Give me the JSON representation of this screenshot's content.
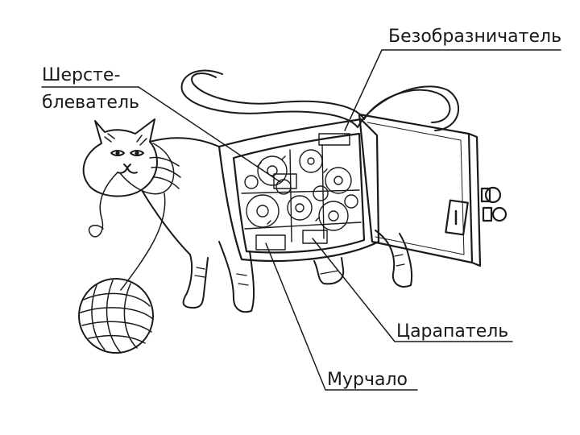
{
  "labels": {
    "bezobraznichatel": "Безобразничатель",
    "sherste_line1": "Шерсте-",
    "sherste_line2": "блеватель",
    "tsarapatel": "Царапатель",
    "murchalo": "Мурчало"
  },
  "colors": {
    "ink": "#1a1a1a",
    "background": "#ffffff"
  }
}
